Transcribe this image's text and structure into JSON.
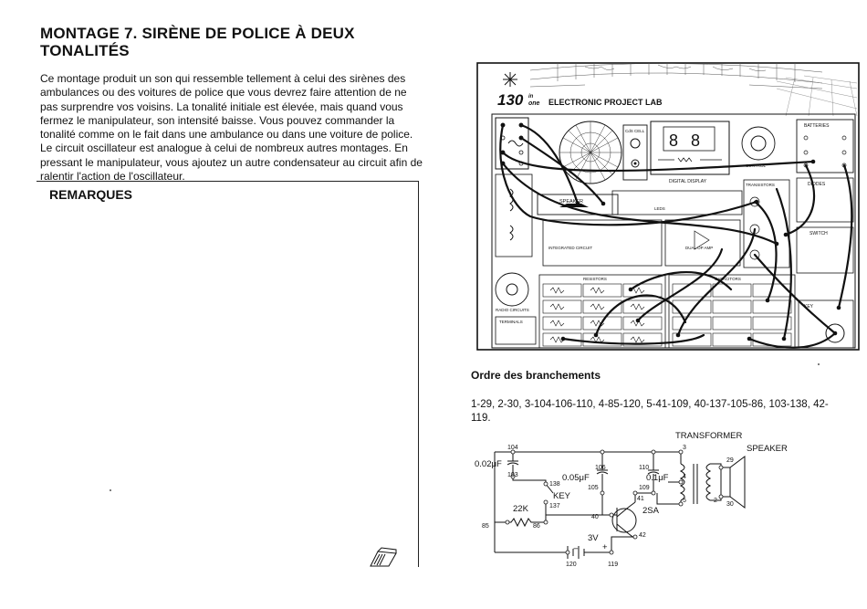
{
  "left_page": {
    "title_line1": "MONTAGE 7. SIRÈNE DE POLICE À DEUX",
    "title_line2": "TONALITÉS",
    "intro_paragraph": "Ce montage produit un son qui ressemble tellement à celui des sirènes des ambulances ou des voitures de police que vous devrez faire attention de ne pas surprendre vos voisins. La tonalité initiale est élevée, mais quand vous fermez le manipulateur, son intensité baisse. Vous pouvez commander la tonalité comme on le fait dans une ambulance ou dans une voiture de police. Le circuit oscillateur est analogue à celui de nombreux autres montages. En pressant le manipulateur, vous ajoutez un autre condensateur au circuit afin de ralentir l'action de l'oscillateur.",
    "remarks_title": "REMARQUES"
  },
  "board": {
    "logo_number": "130",
    "logo_in": "in",
    "logo_one": "one",
    "lab_title": "ELECTRONIC PROJECT LAB",
    "labels": {
      "speaker": "SPEAKER",
      "cds_cell": "CdS CELL",
      "digital_display": "DIGITAL DISPLAY",
      "leds": "LEDS",
      "control": "CONTROL",
      "batteries": "BATTERIES",
      "transistors": "TRANSISTORS",
      "diodes": "DIODES",
      "switch": "SWITCH",
      "integrated_circuit": "INTEGRATED CIRCUIT",
      "dual_op_amp": "DUAL OP AMP",
      "resistors": "RESISTORS",
      "capacitors": "CAPACITORS",
      "key": "KEY",
      "radio_circuits": "RADIO CIRCUITS",
      "terminals": "TERMINALS"
    }
  },
  "right_page": {
    "order_title": "Ordre des branchements",
    "order_text": "1-29, 2-30, 3-104-106-110, 4-85-120, 5-41-109, 40-137-105-86, 103-138, 42-119."
  },
  "schematic": {
    "transformer_label": "TRANSFORMER",
    "speaker_label": "SPEAKER",
    "c1_value": "0.02μF",
    "c2_value": "0.05μF",
    "c3_value": "0.1μF",
    "resistor_value": "22K",
    "key_label": "KEY",
    "battery_value": "3V",
    "transistor_label": "2SA",
    "plus_sign": "+",
    "minus_sign": "−",
    "terminals": {
      "t104": "104",
      "t103": "103",
      "t106": "106",
      "t105": "105",
      "t110": "110",
      "t109": "109",
      "t3": "3",
      "t4": "4",
      "t5": "5",
      "t2": "2",
      "t29": "29",
      "t30": "30",
      "t138": "138",
      "t137": "137",
      "t40": "40",
      "t41": "41",
      "t42": "42",
      "t85": "85",
      "t86": "86",
      "t120": "120",
      "t119": "119"
    }
  }
}
